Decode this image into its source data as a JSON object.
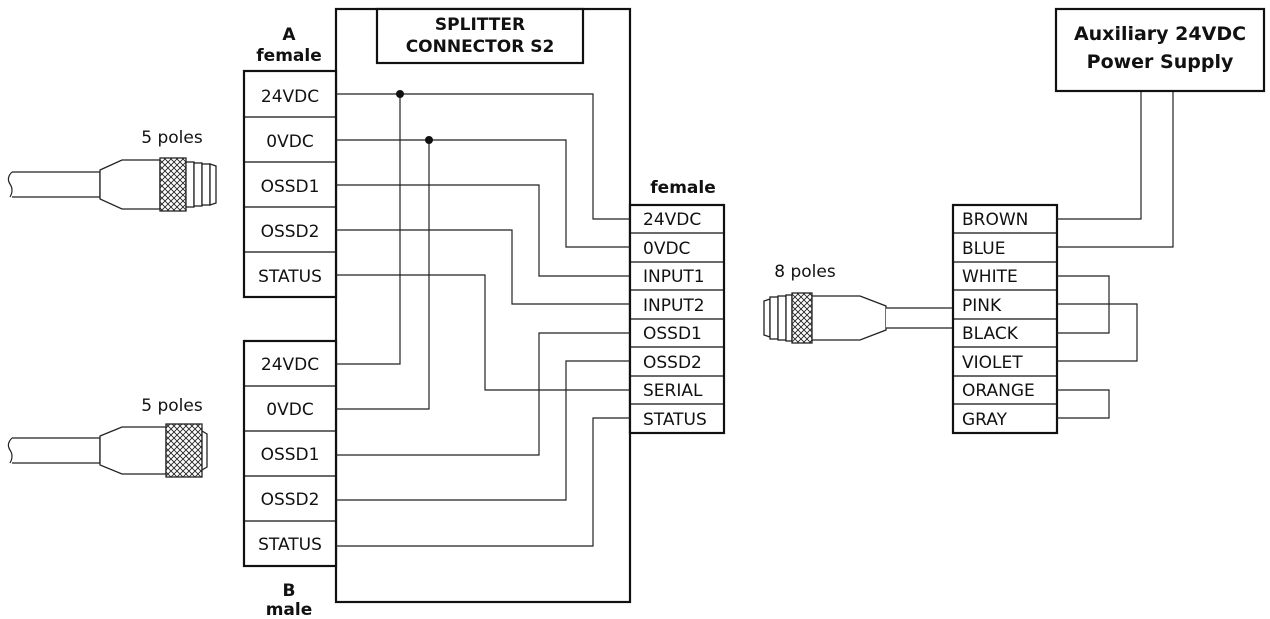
{
  "splitter": {
    "title_line1": "SPLITTER",
    "title_line2": "CONNECTOR S2"
  },
  "connector_a": {
    "label_letter": "A",
    "label_gender": "female",
    "poles_label": "5 poles",
    "pins": [
      "24VDC",
      "0VDC",
      "OSSD1",
      "OSSD2",
      "STATUS"
    ]
  },
  "connector_b": {
    "label_letter": "B",
    "label_gender": "male",
    "poles_label": "5 poles",
    "pins": [
      "24VDC",
      "0VDC",
      "OSSD1",
      "OSSD2",
      "STATUS"
    ]
  },
  "output_connector": {
    "label_gender": "female",
    "pins": [
      "24VDC",
      "0VDC",
      "INPUT1",
      "INPUT2",
      "OSSD1",
      "OSSD2",
      "SERIAL",
      "STATUS"
    ]
  },
  "cable_8": {
    "poles_label": "8 poles",
    "colors": [
      "BROWN",
      "BLUE",
      "WHITE",
      "PINK",
      "BLACK",
      "VIOLET",
      "ORANGE",
      "GRAY"
    ]
  },
  "power_supply": {
    "line1": "Auxiliary 24VDC",
    "line2": "Power Supply"
  }
}
